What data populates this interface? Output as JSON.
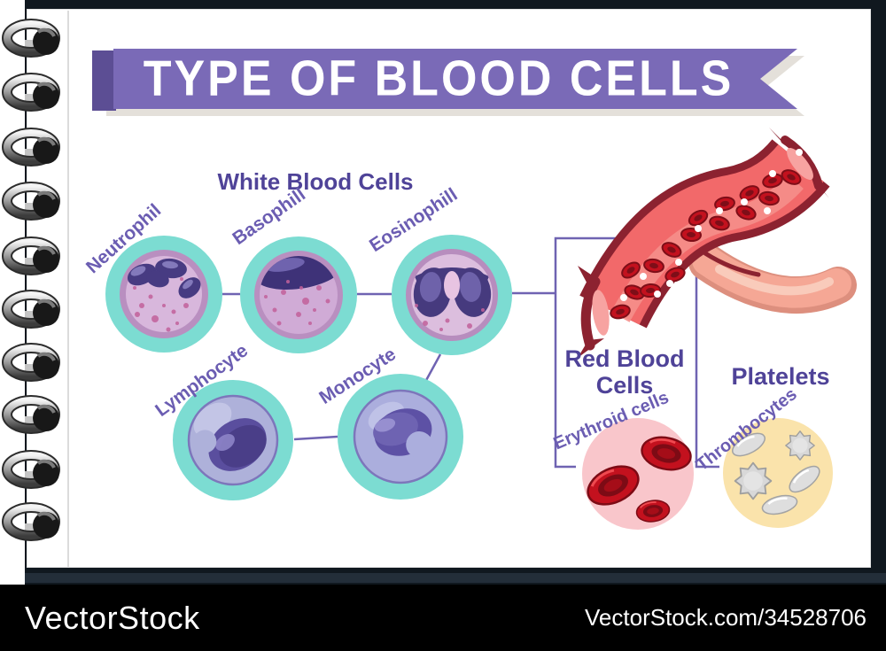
{
  "banner": {
    "title": "TYPE OF BLOOD CELLS"
  },
  "white_blood_cells": {
    "heading": "White Blood Cells",
    "cells": [
      {
        "label": "Neutrophil"
      },
      {
        "label": "Basophill"
      },
      {
        "label": "Eosinophill"
      },
      {
        "label": "Lymphocyte"
      },
      {
        "label": "Monocyte"
      }
    ]
  },
  "red_blood_cells": {
    "heading_lines": [
      "Red Blood",
      "Cells"
    ],
    "subheading": "Erythroid cells"
  },
  "platelets": {
    "heading": "Platelets",
    "subheading": "Thrombocytes"
  },
  "watermark": {
    "brand": "VectorStock",
    "url_label": "VectorStock.com/34528706"
  },
  "colors": {
    "ribbon_purple": "#7a6ab7",
    "ribbon_fold": "#5c4e94",
    "heading_purple": "#4f4398",
    "label_purple": "#6b5db2",
    "cell_ring_teal": "#7cdcd2",
    "vessel_red": "#f2696a",
    "vessel_outline": "#8c2230",
    "rbc_red": "#c3111e",
    "rbc_circle_pink": "#f9c6cb",
    "platelet_circle_yellow": "#fae3ab",
    "connector_purple": "#6f63b2"
  }
}
